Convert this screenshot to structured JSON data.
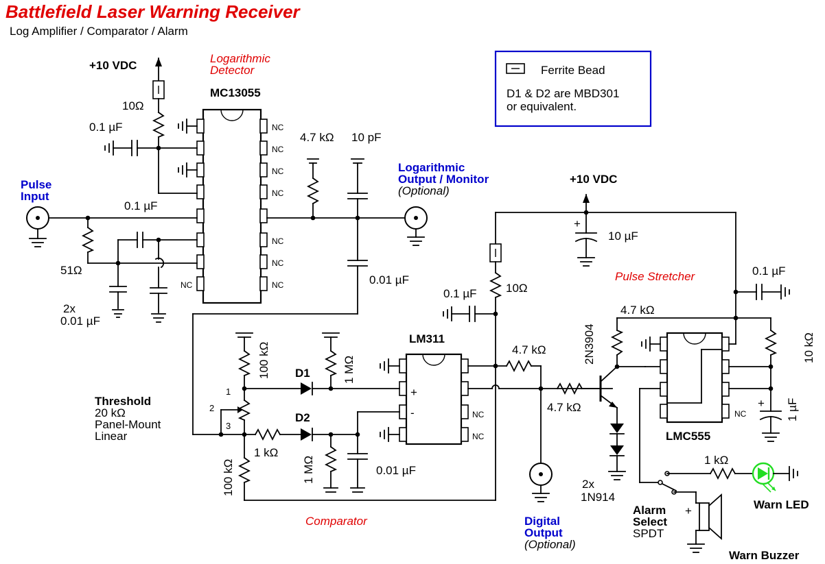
{
  "title": "Battlefield Laser Warning Receiver",
  "subtitle": "Log Amplifier / Comparator / Alarm",
  "legend": {
    "ferrite": "Ferrite Bead",
    "note_line1": "D1 & D2 are MBD301",
    "note_line2": "or equivalent."
  },
  "sections": {
    "log_detector_1": "Logarithmic",
    "log_detector_2": "Detector",
    "pulse_stretcher": "Pulse Stretcher",
    "comparator": "Comparator"
  },
  "ports": {
    "pulse_input_1": "Pulse",
    "pulse_input_2": "Input",
    "log_out_1": "Logarithmic",
    "log_out_2": "Output / Monitor",
    "log_out_3": "(Optional)",
    "digital_out_1": "Digital",
    "digital_out_2": "Output",
    "digital_out_3": "(Optional)"
  },
  "parts": {
    "ic1": "MC13055",
    "ic2": "LM311",
    "ic3": "LMC555",
    "transistor": "2N3904",
    "d1": "D1",
    "d2": "D2",
    "diodes": "2x",
    "diodes2": "1N914",
    "nc": "NC",
    "plus": "+",
    "minus": "-"
  },
  "values": {
    "vdc1": "+10 VDC",
    "vdc2": "+10 VDC",
    "r10_a": "10Ω",
    "c01_a": "0.1 µF",
    "c01_b": "0.1 µF",
    "r51": "51Ω",
    "c2x_1": "2x",
    "c2x_2": "0.01 µF",
    "r47_a": "4.7 kΩ",
    "c10p": "10 pF",
    "c001_a": "0.01 µF",
    "c10u": "10 µF",
    "c01_c": "0.1 µF",
    "r10_b": "10Ω",
    "c01_d": "0.1 µF",
    "r47_b": "4.7 kΩ",
    "r47_c": "4.7 kΩ",
    "r47_d": "4.7 kΩ",
    "r10k": "10 kΩ",
    "c1u": "1 µF",
    "r100k_a": "100 kΩ",
    "r1m_a": "1 MΩ",
    "r1k_a": "1 kΩ",
    "r1m_b": "1 MΩ",
    "c001_b": "0.01 µF",
    "r100k_b": "100 kΩ",
    "r1k_b": "1 kΩ",
    "pot_1": "Threshold",
    "pot_2": "20 kΩ",
    "pot_3": "Panel-Mount",
    "pot_4": "Linear",
    "pot_pin1": "1",
    "pot_pin2": "2",
    "pot_pin3": "3"
  },
  "alarm": {
    "sel_1": "Alarm",
    "sel_2": "Select",
    "sel_3": "SPDT",
    "led": "Warn LED",
    "buzzer": "Warn Buzzer",
    "plus": "+"
  },
  "colors": {
    "title": "#e00000",
    "section": "#e00000",
    "port": "#0000cc",
    "legend_border": "#0000cc",
    "led": "#22dd22"
  }
}
